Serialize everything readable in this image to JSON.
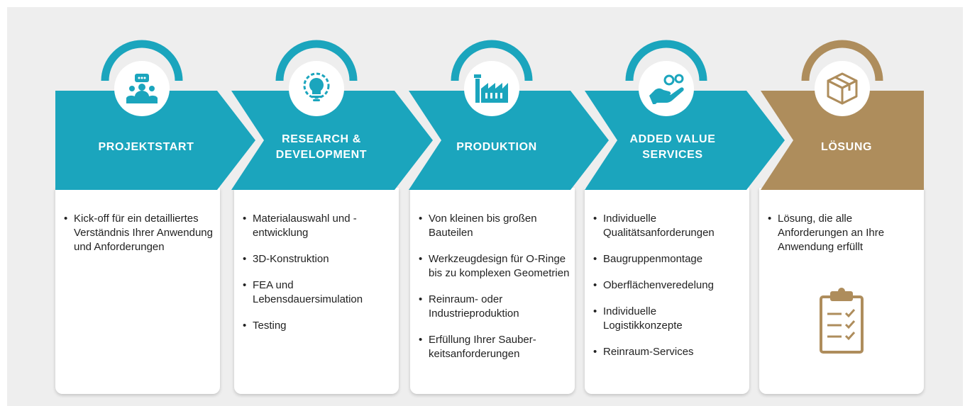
{
  "colors": {
    "teal": "#1ba5bd",
    "gold": "#ae8d5c",
    "page_bg": "#eeeeee"
  },
  "steps": [
    {
      "title": "PROJEKTSTART",
      "icon": "meeting-people-icon",
      "bullets": [
        "Kick-off für ein detailliertes Verständnis Ihrer Anwendung und Anforderungen"
      ]
    },
    {
      "title": "RESEARCH &\nDEVELOPMENT",
      "icon": "lightbulb-gear-icon",
      "bullets": [
        "Materialauswahl und -entwicklung",
        "3D-Konstruktion",
        "FEA und Lebensdauersimulation",
        "Testing"
      ]
    },
    {
      "title": "PRODUKTION",
      "icon": "factory-icon",
      "bullets": [
        "Von kleinen bis großen Bauteilen",
        "Werkzeugdesign für O-Ringe bis zu komplexen Geometrien",
        "Reinraum- oder Industrieproduktion",
        "Erfüllung Ihrer Sauber-keitsanforderungen"
      ]
    },
    {
      "title": "ADDED VALUE\nSERVICES",
      "icon": "hand-coins-icon",
      "bullets": [
        "Individuelle Qualitätsanforderungen",
        "Baugruppenmontage",
        "Oberflächenveredelung",
        "Individuelle Logistikkonzepte",
        "Reinraum-Services"
      ]
    },
    {
      "title": "LÖSUNG",
      "icon": "package-box-icon",
      "bullets": [
        "Lösung, die alle Anforderungen an Ihre Anwendung erfüllt"
      ],
      "extra_icon": "clipboard-checklist-icon"
    }
  ]
}
